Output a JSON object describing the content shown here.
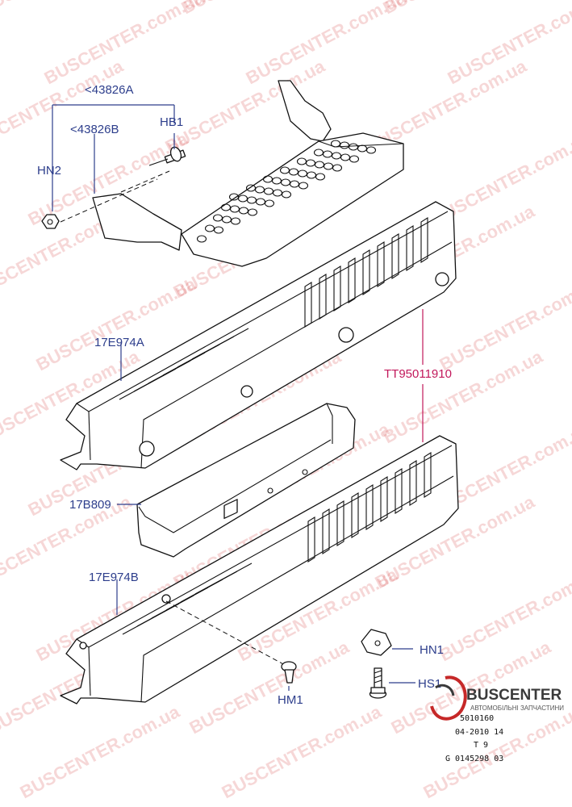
{
  "callouts": {
    "hn2": "HN2",
    "c43826a": "<43826A",
    "c43826b": "<43826B",
    "hb1": "HB1",
    "c17e974a": "17E974A",
    "tt": "TT95011910",
    "c17b809": "17B809",
    "c17e974b": "17E974B",
    "hn1": "HN1",
    "hs1": "HS1",
    "hm1": "HM1"
  },
  "watermark": "BUSCENTER.com.ua",
  "logo": {
    "brand": "BUSCENTER",
    "tagline": "АВТОМОБІЛЬНІ ЗАПЧАСТИНИ"
  },
  "stamp_lines": [
    "5010160",
    "04-2010 14",
    "T 9",
    "G 0145298 03"
  ],
  "colors": {
    "callout": "#2d3e8c",
    "highlight": "#c2185b",
    "watermark": "#d94c4c"
  }
}
